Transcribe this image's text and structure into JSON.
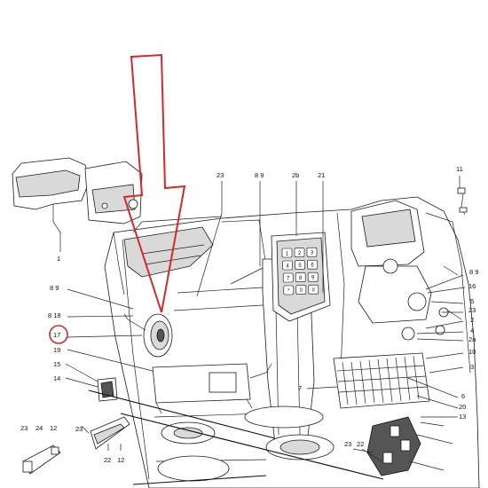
{
  "diagram": {
    "highlight_color": "#d62828",
    "labels": [
      {
        "id": "l-1",
        "text": "1"
      },
      {
        "id": "l-11",
        "text": "11"
      },
      {
        "id": "l-23a",
        "text": "23"
      },
      {
        "id": "l-89a",
        "text": "8 9"
      },
      {
        "id": "l-2b",
        "text": "2b"
      },
      {
        "id": "l-21",
        "text": "21"
      },
      {
        "id": "l-89b",
        "text": "8 9"
      },
      {
        "id": "l-16",
        "text": "16"
      },
      {
        "id": "l-5",
        "text": "5"
      },
      {
        "id": "l-23b",
        "text": "23"
      },
      {
        "id": "l-2",
        "text": "2"
      },
      {
        "id": "l-4",
        "text": "4"
      },
      {
        "id": "l-2a",
        "text": "2a"
      },
      {
        "id": "l-10",
        "text": "10"
      },
      {
        "id": "l-3",
        "text": "3"
      },
      {
        "id": "l-6",
        "text": "6"
      },
      {
        "id": "l-20",
        "text": "20"
      },
      {
        "id": "l-13",
        "text": "13"
      },
      {
        "id": "l-89c",
        "text": "8 9"
      },
      {
        "id": "l-818",
        "text": "8 18"
      },
      {
        "id": "l-17",
        "text": "17"
      },
      {
        "id": "l-19",
        "text": "19"
      },
      {
        "id": "l-15",
        "text": "15"
      },
      {
        "id": "l-14",
        "text": "14"
      },
      {
        "id": "l-7",
        "text": "7"
      },
      {
        "id": "l-23c",
        "text": "23"
      },
      {
        "id": "l-24",
        "text": "24"
      },
      {
        "id": "l-12a",
        "text": "12"
      },
      {
        "id": "l-23d",
        "text": "23"
      },
      {
        "id": "l-22a",
        "text": "22"
      },
      {
        "id": "l-12b",
        "text": "12"
      },
      {
        "id": "l-23e",
        "text": "23"
      },
      {
        "id": "l-22b",
        "text": "22"
      }
    ],
    "keypad_keys": [
      "1",
      "2",
      "3",
      "4",
      "5",
      "6",
      "7",
      "8",
      "9",
      "*",
      "0",
      "#"
    ]
  }
}
